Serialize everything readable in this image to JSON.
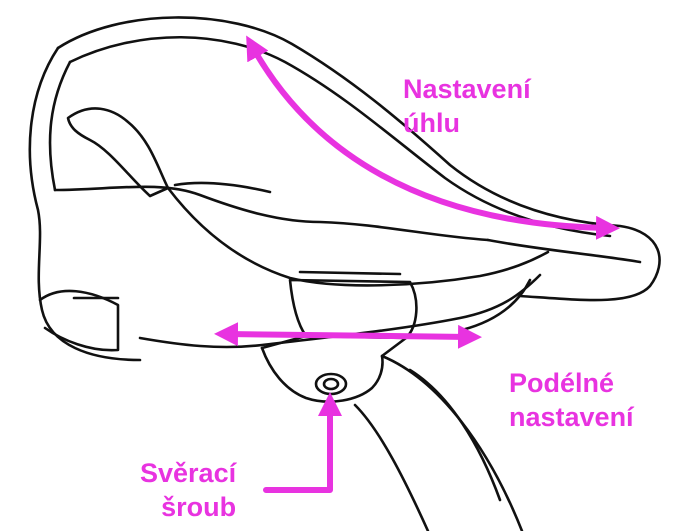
{
  "labels": {
    "angle": {
      "line1": "Nastavení",
      "line2": "úhlu"
    },
    "longitudinal": {
      "line1": "Podélné",
      "line2": "nastavení"
    },
    "clamp_screw": {
      "line1": "Svěrací",
      "line2": "šroub"
    }
  },
  "colors": {
    "annotation": "#e833e0",
    "line_art": "#111111",
    "background": "#ffffff"
  }
}
